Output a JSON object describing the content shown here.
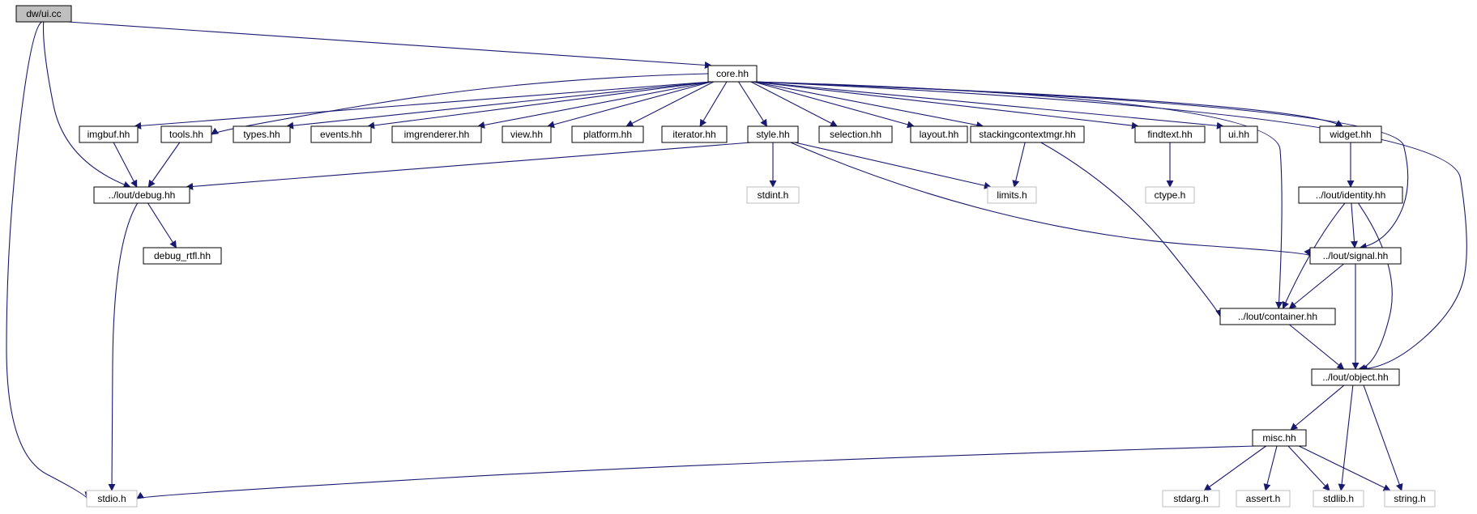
{
  "diagram": {
    "type": "include-dependency-graph",
    "edge_color": "#191970",
    "nodes": [
      {
        "id": "ui_cc",
        "label": "dw/ui.cc",
        "style": "focus"
      },
      {
        "id": "core",
        "label": "core.hh",
        "style": "normal"
      },
      {
        "id": "imgbuf",
        "label": "imgbuf.hh",
        "style": "normal"
      },
      {
        "id": "tools",
        "label": "tools.hh",
        "style": "normal"
      },
      {
        "id": "types",
        "label": "types.hh",
        "style": "normal"
      },
      {
        "id": "events",
        "label": "events.hh",
        "style": "normal"
      },
      {
        "id": "imgrenderer",
        "label": "imgrenderer.hh",
        "style": "normal"
      },
      {
        "id": "view",
        "label": "view.hh",
        "style": "normal"
      },
      {
        "id": "platform",
        "label": "platform.hh",
        "style": "normal"
      },
      {
        "id": "iterator",
        "label": "iterator.hh",
        "style": "normal"
      },
      {
        "id": "style",
        "label": "style.hh",
        "style": "normal"
      },
      {
        "id": "selection",
        "label": "selection.hh",
        "style": "normal"
      },
      {
        "id": "layout",
        "label": "layout.hh",
        "style": "normal"
      },
      {
        "id": "stackingcontextmgr",
        "label": "stackingcontextmgr.hh",
        "style": "normal"
      },
      {
        "id": "findtext",
        "label": "findtext.hh",
        "style": "normal"
      },
      {
        "id": "ui_hh",
        "label": "ui.hh",
        "style": "normal"
      },
      {
        "id": "widget",
        "label": "widget.hh",
        "style": "normal"
      },
      {
        "id": "lout_debug",
        "label": "../lout/debug.hh",
        "style": "normal"
      },
      {
        "id": "stdint",
        "label": "stdint.h",
        "style": "system"
      },
      {
        "id": "limits",
        "label": "limits.h",
        "style": "system"
      },
      {
        "id": "ctype",
        "label": "ctype.h",
        "style": "system"
      },
      {
        "id": "lout_identity",
        "label": "../lout/identity.hh",
        "style": "normal"
      },
      {
        "id": "debug_rtfl",
        "label": "debug_rtfl.hh",
        "style": "normal"
      },
      {
        "id": "lout_signal",
        "label": "../lout/signal.hh",
        "style": "normal"
      },
      {
        "id": "lout_container",
        "label": "../lout/container.hh",
        "style": "normal"
      },
      {
        "id": "lout_object",
        "label": "../lout/object.hh",
        "style": "normal"
      },
      {
        "id": "misc",
        "label": "misc.hh",
        "style": "normal"
      },
      {
        "id": "stdio",
        "label": "stdio.h",
        "style": "system"
      },
      {
        "id": "stdarg",
        "label": "stdarg.h",
        "style": "system"
      },
      {
        "id": "assert",
        "label": "assert.h",
        "style": "system"
      },
      {
        "id": "stdlib",
        "label": "stdlib.h",
        "style": "system"
      },
      {
        "id": "string",
        "label": "string.h",
        "style": "system"
      }
    ],
    "edges": [
      [
        "ui_cc",
        "core"
      ],
      [
        "ui_cc",
        "lout_debug"
      ],
      [
        "ui_cc",
        "stdio"
      ],
      [
        "core",
        "imgbuf"
      ],
      [
        "core",
        "tools"
      ],
      [
        "core",
        "types"
      ],
      [
        "core",
        "events"
      ],
      [
        "core",
        "imgrenderer"
      ],
      [
        "core",
        "view"
      ],
      [
        "core",
        "platform"
      ],
      [
        "core",
        "iterator"
      ],
      [
        "core",
        "style"
      ],
      [
        "core",
        "selection"
      ],
      [
        "core",
        "layout"
      ],
      [
        "core",
        "stackingcontextmgr"
      ],
      [
        "core",
        "findtext"
      ],
      [
        "core",
        "ui_hh"
      ],
      [
        "core",
        "widget"
      ],
      [
        "core",
        "lout_signal"
      ],
      [
        "core",
        "lout_container"
      ],
      [
        "core",
        "lout_object"
      ],
      [
        "imgbuf",
        "lout_debug"
      ],
      [
        "tools",
        "lout_debug"
      ],
      [
        "style",
        "lout_debug"
      ],
      [
        "style",
        "stdint"
      ],
      [
        "style",
        "limits"
      ],
      [
        "style",
        "lout_signal"
      ],
      [
        "stackingcontextmgr",
        "limits"
      ],
      [
        "stackingcontextmgr",
        "lout_container"
      ],
      [
        "findtext",
        "ctype"
      ],
      [
        "widget",
        "lout_identity"
      ],
      [
        "lout_debug",
        "debug_rtfl"
      ],
      [
        "lout_debug",
        "stdio"
      ],
      [
        "lout_identity",
        "lout_signal"
      ],
      [
        "lout_identity",
        "lout_container"
      ],
      [
        "lout_identity",
        "lout_object"
      ],
      [
        "lout_signal",
        "lout_container"
      ],
      [
        "lout_signal",
        "lout_object"
      ],
      [
        "lout_container",
        "lout_object"
      ],
      [
        "lout_object",
        "misc"
      ],
      [
        "lout_object",
        "stdlib"
      ],
      [
        "lout_object",
        "string"
      ],
      [
        "misc",
        "stdio"
      ],
      [
        "misc",
        "stdarg"
      ],
      [
        "misc",
        "assert"
      ],
      [
        "misc",
        "stdlib"
      ],
      [
        "misc",
        "string"
      ]
    ]
  }
}
